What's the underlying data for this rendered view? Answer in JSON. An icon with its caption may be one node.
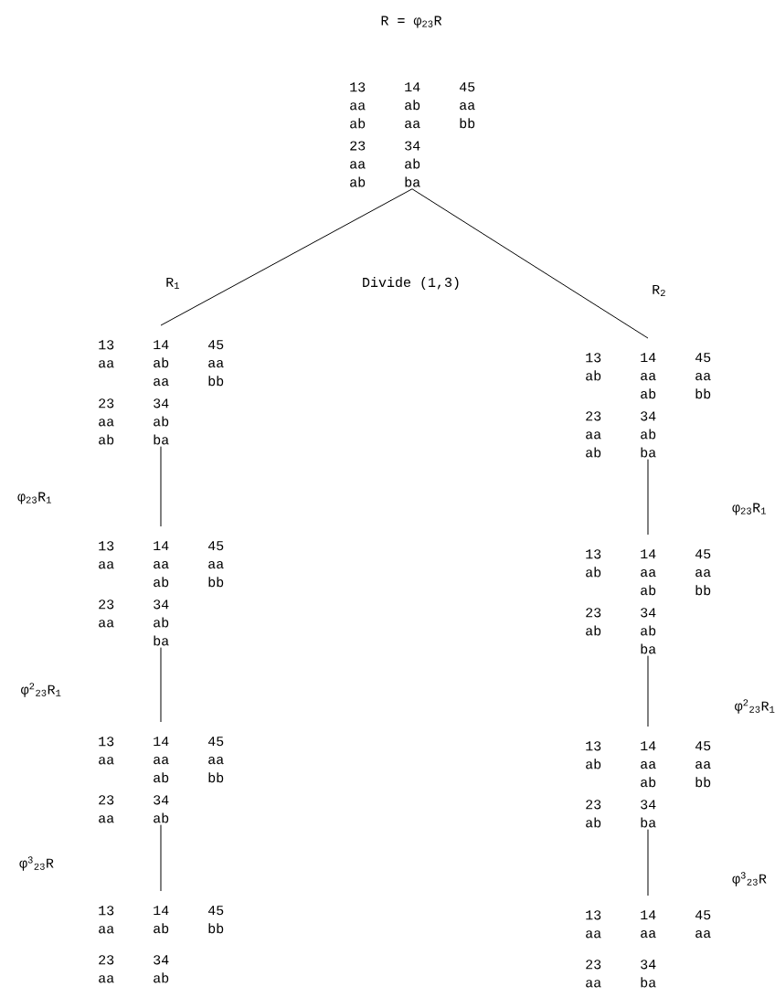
{
  "diagram": {
    "title": "R = φ$_{23}$R",
    "nodes": [
      {
        "text": [
          "13 aa ab",
          "14 ab aa",
          "45 aa bb",
          "23 aa ab",
          "34 ab ba"
        ]
      },
      {
        "text": [
          "13 aa",
          "14 ab aa",
          "45 aa bb",
          "23 aa ab",
          "34 ab ba"
        ]
      },
      {
        "text": [
          "13 aa",
          "14 aa ab",
          "45 aa bb",
          "23 aa",
          "34 ab ba"
        ]
      },
      {
        "text": [
          "13 aa",
          "14 aa ab",
          "45 aa bb",
          "23 aa",
          "34 ab"
        ]
      },
      {
        "text": [
          "13 aa",
          "14 ab",
          "45 bb",
          "23 aa",
          "34 ab"
        ]
      },
      {
        "text": [
          "13 ab",
          "14 aa ab",
          "45 aa bb",
          "23 aa ab",
          "34 ab ba"
        ]
      },
      {
        "text": [
          "13 ab",
          "14 aa ab",
          "45 aa bb",
          "23 ab",
          "34 ab ba"
        ]
      },
      {
        "text": [
          "13 ab",
          "14 aa ab",
          "45 aa bb",
          "23 ab",
          "34 ba"
        ]
      },
      {
        "text": [
          "13 aa",
          "14 aa",
          "45 aa",
          "23 aa",
          "34 ba"
        ]
      }
    ],
    "edges": [
      {
        "from": 0,
        "to": 1,
        "arrow": "none",
        "label": "R$_{1}$"
      },
      {
        "from": 0,
        "to": 5,
        "arrow": "none",
        "label": "R$_{2}$"
      },
      {
        "from": 1,
        "to": 2,
        "arrow": "none"
      },
      {
        "from": 2,
        "to": 3,
        "arrow": "none"
      },
      {
        "from": 3,
        "to": 4,
        "arrow": "none"
      },
      {
        "from": 5,
        "to": 6,
        "arrow": "none"
      },
      {
        "from": 6,
        "to": 7,
        "arrow": "none"
      },
      {
        "from": 7,
        "to": 8,
        "arrow": "none"
      }
    ],
    "labels": [
      "Divide (1,3)",
      "φ$_{23}$R$_{1}$",
      "φ$_{23}$R$_{1}$",
      "φ$^{2}$$_{23}$R$_{1}$",
      "φ$^{2}$$_{23}$R$_{1}$",
      "φ$^{3}$$_{23}$R",
      "φ$^{3}$$_{23}$R"
    ]
  }
}
